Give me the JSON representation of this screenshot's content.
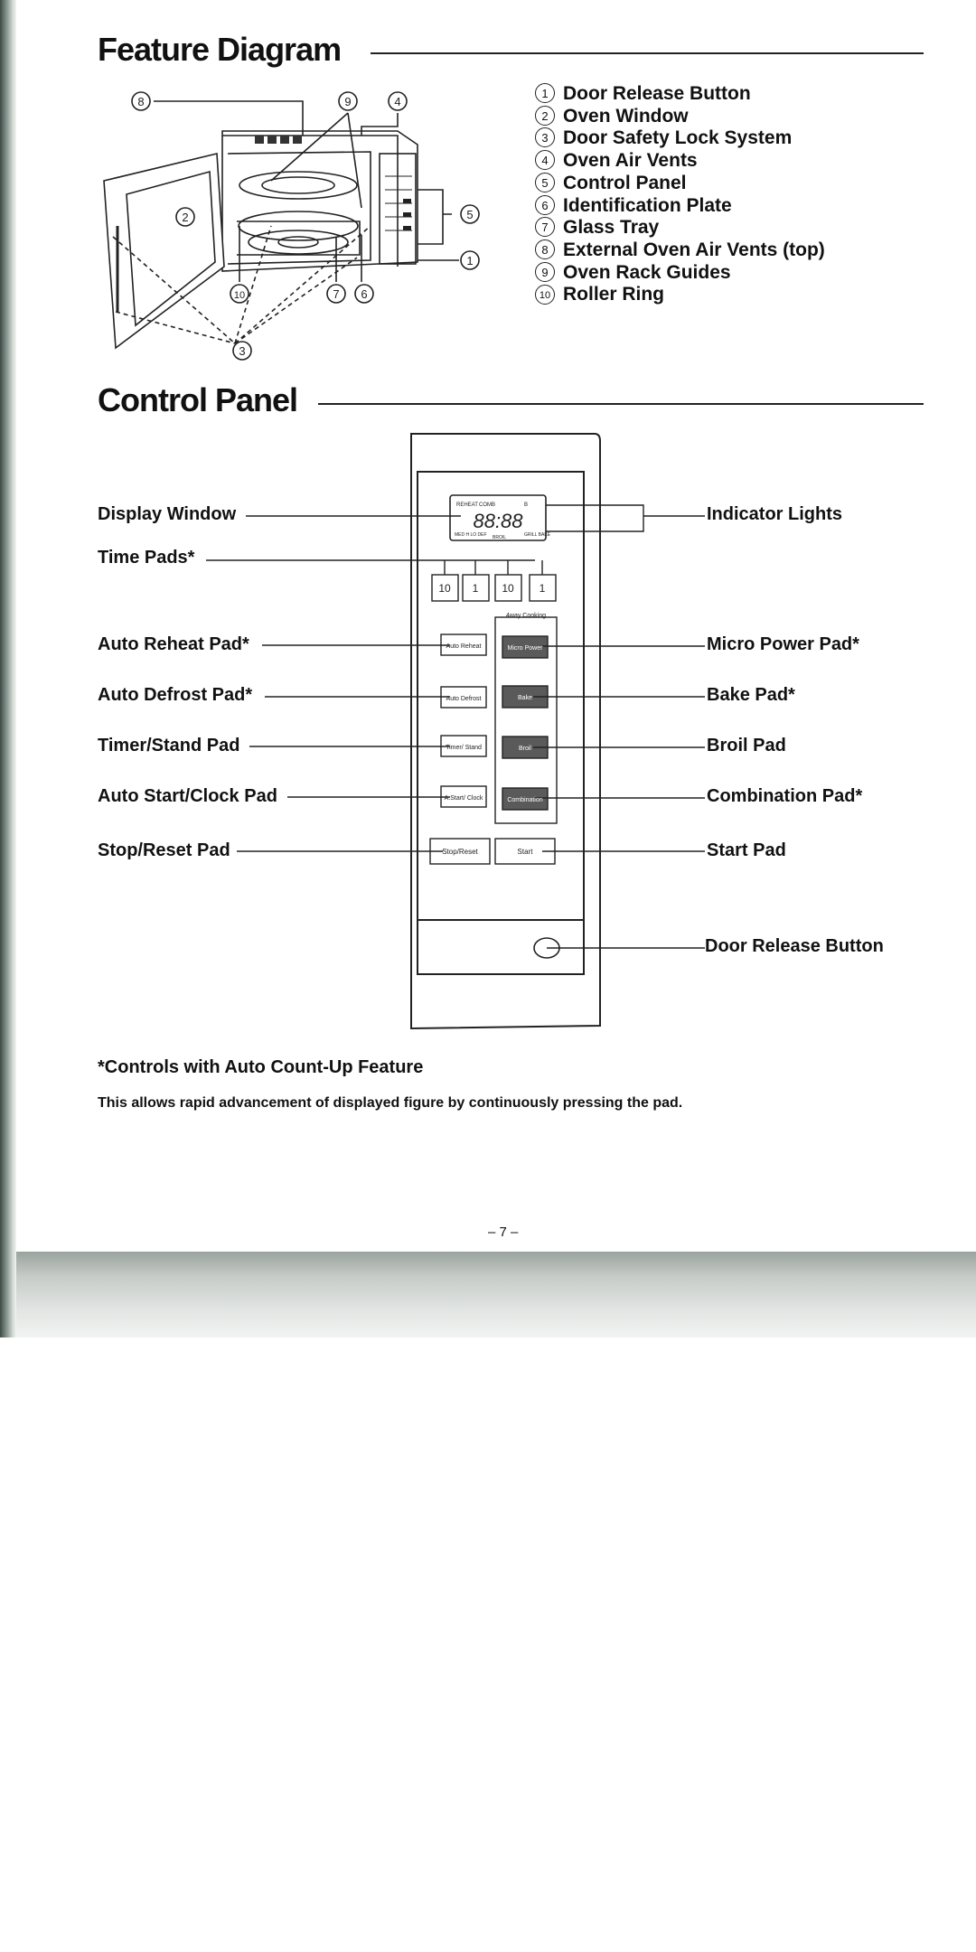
{
  "feature_section": {
    "title": "Feature Diagram",
    "items": [
      {
        "num": "1",
        "label": "Door Release Button"
      },
      {
        "num": "2",
        "label": "Oven Window"
      },
      {
        "num": "3",
        "label": "Door Safety Lock System"
      },
      {
        "num": "4",
        "label": "Oven Air Vents"
      },
      {
        "num": "5",
        "label": "Control Panel"
      },
      {
        "num": "6",
        "label": "Identification Plate"
      },
      {
        "num": "7",
        "label": "Glass Tray"
      },
      {
        "num": "8",
        "label": "External Oven Air Vents (top)"
      },
      {
        "num": "9",
        "label": "Oven Rack Guides"
      },
      {
        "num": "10",
        "label": "Roller Ring"
      }
    ]
  },
  "control_section": {
    "title": "Control Panel",
    "left_labels": {
      "display_window": "Display Window",
      "time_pads": "Time Pads*",
      "auto_reheat": "Auto Reheat Pad*",
      "auto_defrost": "Auto Defrost Pad*",
      "timer_stand": "Timer/Stand Pad",
      "auto_start_clock": "Auto Start/Clock Pad",
      "stop_reset": "Stop/Reset Pad"
    },
    "right_labels": {
      "indicator_lights": "Indicator Lights",
      "micro_power": "Micro Power Pad*",
      "bake": "Bake Pad*",
      "broil": "Broil Pad",
      "combination": "Combination Pad*",
      "start": "Start Pad",
      "door_release": "Door Release Button"
    },
    "panel": {
      "display_top": [
        "REHEAT",
        "COMB",
        "B"
      ],
      "display_bottom": [
        "MED H LO DEF",
        "BROIL",
        "GRILL BAKE"
      ],
      "display_digits": "88:88",
      "time_pads": [
        "10",
        "1",
        "10",
        "1"
      ],
      "four_way_label": "4way Cooking",
      "left_pads": [
        "Auto Reheat",
        "Auto Defrost",
        "Timer/ Stand",
        "A.Start/ Clock"
      ],
      "right_pads": [
        "Micro Power",
        "Bake",
        "Broil",
        "Combination"
      ],
      "stop_reset": "Stop/Reset",
      "start": "Start"
    }
  },
  "footnote": {
    "title": "*Controls with Auto Count-Up Feature",
    "text": "This allows rapid advancement of displayed figure by continuously pressing the pad."
  },
  "page_number": "– 7 –",
  "colors": {
    "ink": "#111111",
    "pad_dark": "#555555",
    "paper": "#ffffff"
  }
}
